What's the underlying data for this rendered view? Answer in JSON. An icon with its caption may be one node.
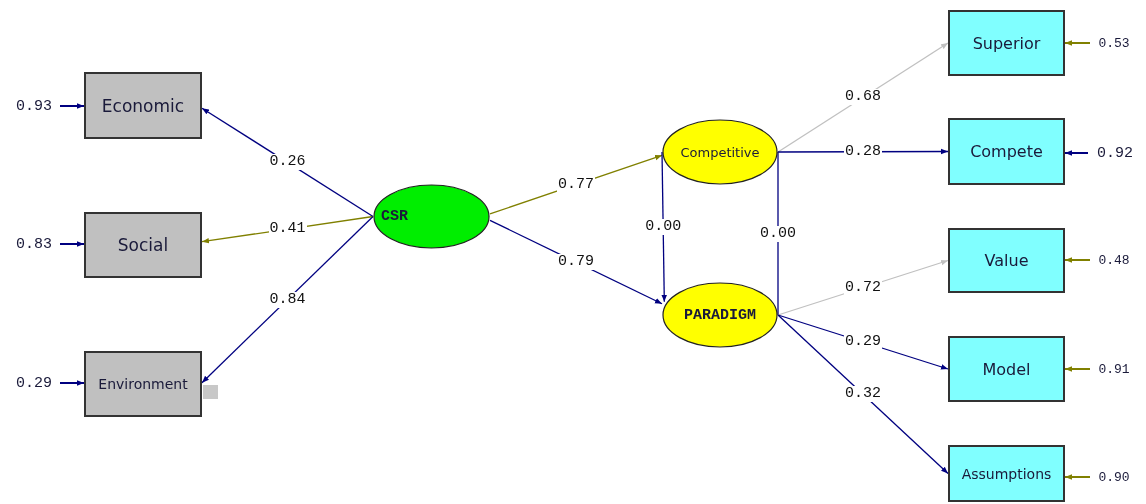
{
  "diagram": {
    "nodes": [
      {
        "text": [
          "Economic"
        ]
      },
      {
        "text": [
          "Social"
        ]
      },
      {
        "text": [
          "Environment"
        ]
      },
      {
        "text": [
          "CSR"
        ]
      },
      {
        "text": [
          "Competitive"
        ]
      },
      {
        "text": [
          "PARADIGM"
        ]
      },
      {
        "text": [
          "Superior"
        ]
      },
      {
        "text": [
          "Compete"
        ]
      },
      {
        "text": [
          "Value"
        ]
      },
      {
        "text": [
          "Model"
        ]
      },
      {
        "text": [
          "Assumptions"
        ]
      },
      {
        "text": [
          "0.93"
        ]
      },
      {
        "text": [
          "0.83"
        ]
      },
      {
        "text": [
          "0.29"
        ]
      },
      {
        "text": [
          "0.53"
        ]
      },
      {
        "text": [
          "0.92"
        ]
      },
      {
        "text": [
          "0.48"
        ]
      },
      {
        "text": [
          "0.91"
        ]
      },
      {
        "text": [
          "0.90"
        ]
      }
    ],
    "edges": [
      {
        "from": 3,
        "to": 0,
        "arrow": "to",
        "label": "0.26"
      },
      {
        "from": 3,
        "to": 1,
        "arrow": "to",
        "label": "0.41",
        "color": "#808000"
      },
      {
        "from": 3,
        "to": 2,
        "arrow": "to",
        "label": "0.84"
      },
      {
        "from": 3,
        "to": 4,
        "arrow": "to",
        "label": "0.77",
        "color": "#808000"
      },
      {
        "from": 3,
        "to": 5,
        "arrow": "to",
        "label": "0.79"
      },
      {
        "from": 4,
        "to": 5,
        "arrow": "to",
        "label": "0.00"
      },
      {
        "from": 5,
        "to": 4,
        "arrow": "to",
        "label": "0.00"
      },
      {
        "from": 4,
        "to": 6,
        "arrow": "to",
        "label": "0.68",
        "color": "#c0c0c0"
      },
      {
        "from": 4,
        "to": 7,
        "arrow": "to",
        "label": "0.28"
      },
      {
        "from": 5,
        "to": 8,
        "arrow": "to",
        "label": "0.72",
        "color": "#c0c0c0"
      },
      {
        "from": 5,
        "to": 9,
        "arrow": "to",
        "label": "0.29"
      },
      {
        "from": 5,
        "to": 10,
        "arrow": "to",
        "label": "0.32"
      },
      {
        "from": 11,
        "to": 0,
        "arrow": "to"
      },
      {
        "from": 12,
        "to": 1,
        "arrow": "to"
      },
      {
        "from": 13,
        "to": 2,
        "arrow": "to"
      },
      {
        "from": 14,
        "to": 6,
        "arrow": "to",
        "color": "#808000"
      },
      {
        "from": 15,
        "to": 7,
        "arrow": "to"
      },
      {
        "from": 16,
        "to": 8,
        "arrow": "to",
        "color": "#808000"
      },
      {
        "from": 17,
        "to": 9,
        "arrow": "to",
        "color": "#808000"
      },
      {
        "from": 18,
        "to": 10,
        "arrow": "to",
        "color": "#808000"
      }
    ]
  }
}
